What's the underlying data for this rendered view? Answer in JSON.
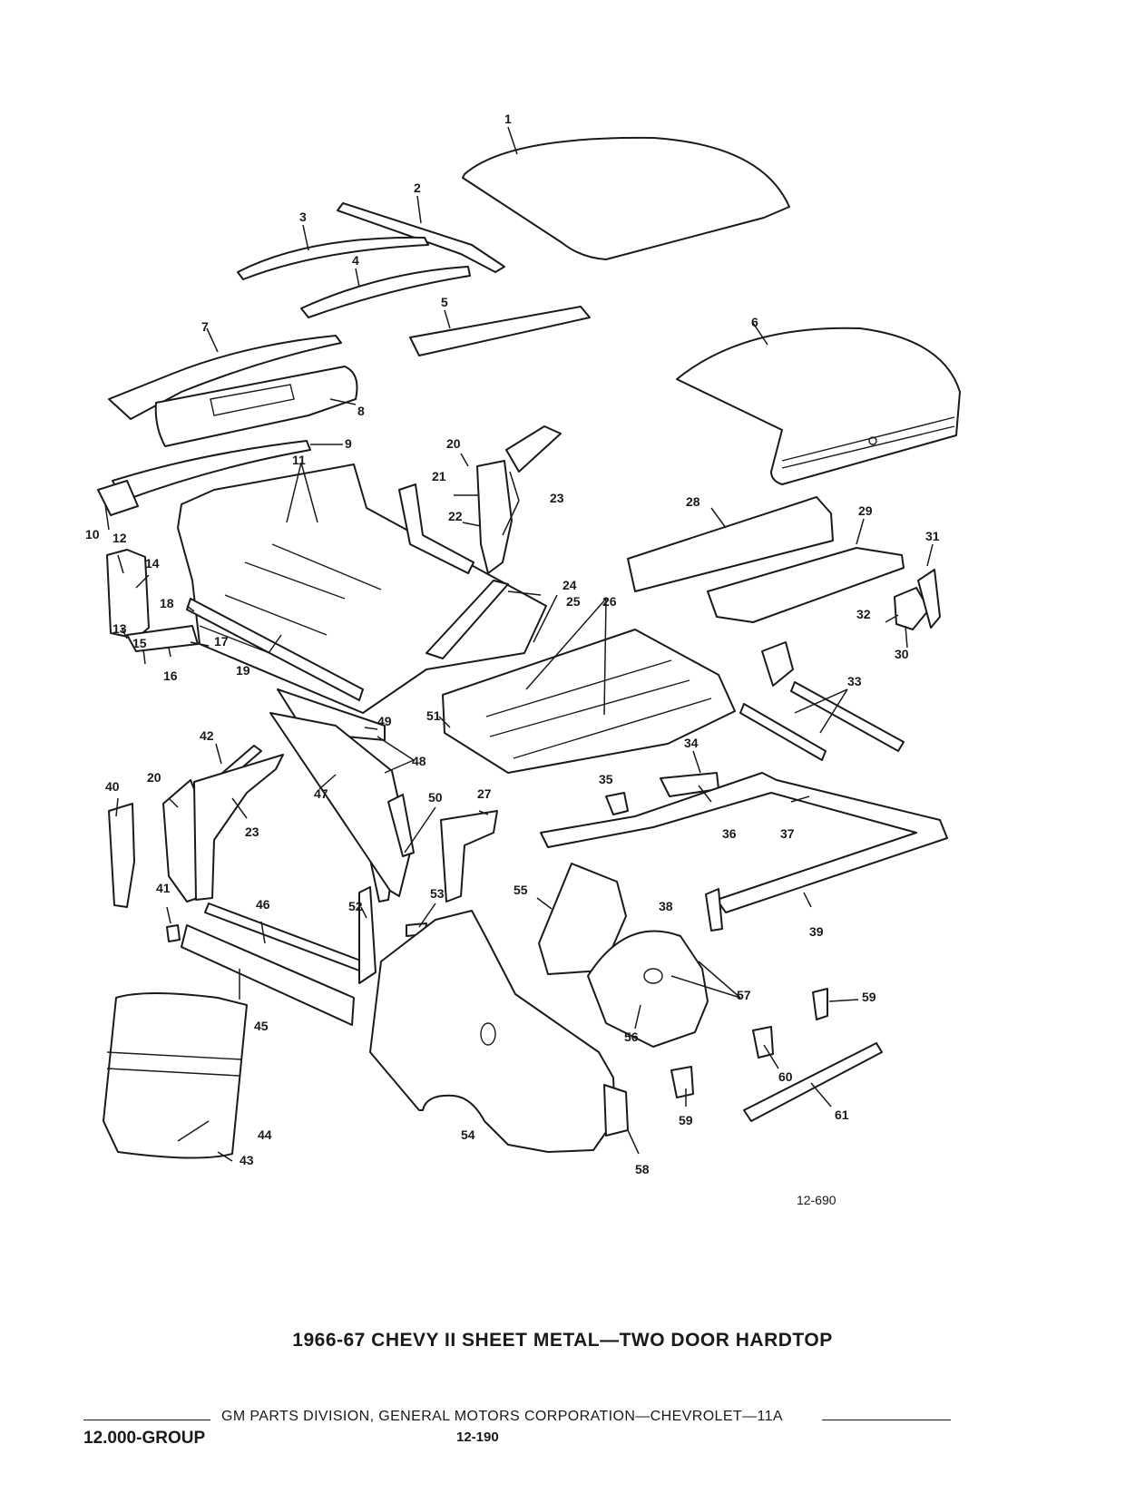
{
  "diagram": {
    "figure_number": "12-690",
    "callouts": [
      "1",
      "2",
      "3",
      "4",
      "5",
      "6",
      "7",
      "8",
      "9",
      "10",
      "11",
      "12",
      "13",
      "14",
      "15",
      "16",
      "17",
      "18",
      "19",
      "20",
      "21",
      "22",
      "23",
      "24",
      "25",
      "26",
      "27",
      "28",
      "29",
      "30",
      "31",
      "32",
      "33",
      "34",
      "35",
      "36",
      "37",
      "38",
      "39",
      "40",
      "41",
      "42",
      "43",
      "44",
      "45",
      "46",
      "47",
      "48",
      "49",
      "50",
      "51",
      "52",
      "53",
      "54",
      "55",
      "56",
      "57",
      "58",
      "59",
      "60",
      "61"
    ],
    "extra_callouts": [
      "20",
      "23",
      "59"
    ]
  },
  "title": "1966-67 CHEVY II SHEET METAL—TWO DOOR HARDTOP",
  "footer": {
    "division_text": "GM PARTS DIVISION,  GENERAL MOTORS CORPORATION—CHEVROLET—11A",
    "group": "12.000-GROUP",
    "page": "12-190"
  }
}
